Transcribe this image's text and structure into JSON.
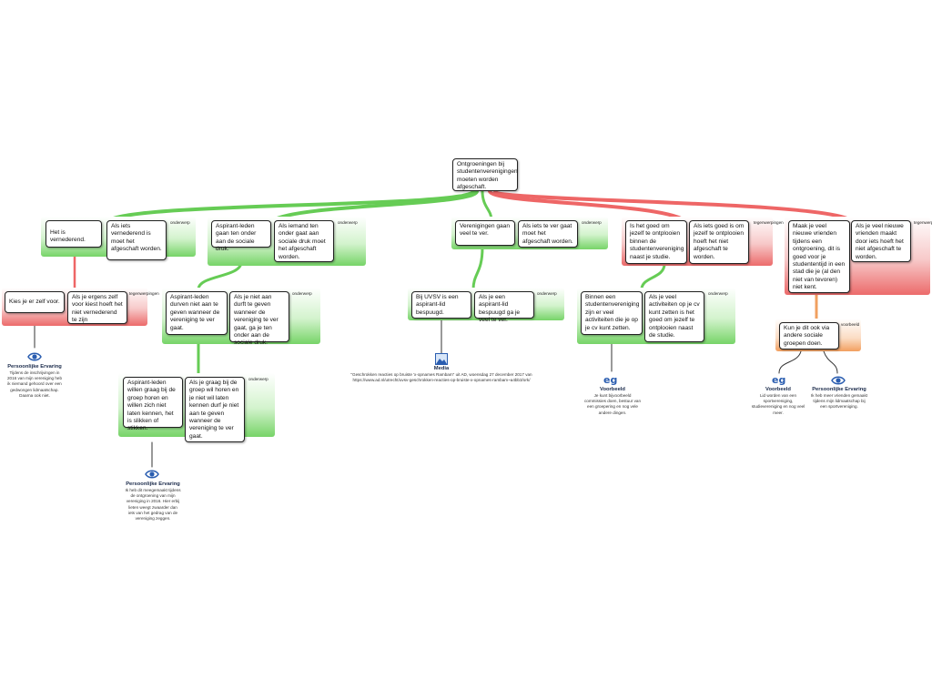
{
  "colors": {
    "green": "#66cc55",
    "red": "#ee6666",
    "orange": "#f0a060",
    "icon_blue": "#2a5db0"
  },
  "root": {
    "text": "Ontgroeningen bij studentenverenigingen moeten worden afgeschaft."
  },
  "branches": {
    "b1": {
      "tag": "onderwerp",
      "main": "Het is vernederend.",
      "support": "Als iets vernederend is moet het afgeschaft worden."
    },
    "b1_objection": {
      "tag": "tegenwerpingen",
      "main": "Kies je er zelf voor.",
      "support": "Als je ergens zelf voor kiest hoeft het niet vernederend te zijn",
      "note_title": "Persoonlijke Ervaring",
      "note_text": "Tijdens de inschrijvingen in 2016 van mijn vereniging heb ik niemand gehoord over een gedwongen lidmaatschap. Daarna ook niet."
    },
    "b2": {
      "tag": "onderwerp",
      "main": "Aspirant-leden gaan ten onder aan de sociale druk.",
      "support": "Als iemand ten onder gaat aan sociale druk moet het afgeschaft worden."
    },
    "b2a": {
      "tag": "onderwerp",
      "main": "Aspirant-leden durven niet aan te geven wanneer de vereniging te ver gaat.",
      "support": "Als je niet aan durft te geven wanneer de vereniging te ver gaat, ga je ten onder aan de sociale druk."
    },
    "b2b": {
      "tag": "onderwerp",
      "main": "Aspirant-leden willen graag bij de groep horen en willen zich niet laten kennen, het is slikken of stikken.",
      "support": "Als je graag bij de groep wil horen en je niet wil laten kennen durf je niet aan te geven wanneer de vereniging te ver gaat.",
      "note_title": "Persoonlijke Ervaring",
      "note_text": "Ik heb dit meegemaakt tijdens de ontgroening van mijn vereniging in 2016. Hier erbij lieten weegt zwaarder dan iets van het gedrag van de vereniging zeggen."
    },
    "b3": {
      "tag": "onderwerp",
      "main": "Verenigingen gaan veel te ver.",
      "support": "Als iets te ver gaat moet het afgeschaft worden."
    },
    "b3a": {
      "tag": "onderwerp",
      "main": "Bij UVSV is een aspirant-lid bespuugd.",
      "support": "Als je een aspirant-lid bespuugd ga je veel te ver.",
      "note_title": "Media",
      "note_text": "\"Geschrokken reacties op bruiste 'x-opnames Rambam\" uit AD, woensdag 27 december 2017 van https://www.ad.nl/utrecht/uvsv-geschrokken-reacties-op-bruiste-x-opnames-rambam~a4bb3/ork/"
    },
    "b4": {
      "tag": "tegenwerpingen",
      "main": "Is het goed om jezelf te ontplooien binnen de studentenvereniging naast je studie.",
      "support": "Als iets goed is om jezelf te ontplooien hoeft het niet afgeschaft te worden."
    },
    "b4a": {
      "tag": "onderwerp",
      "main": "Binnen een studentenvereniging zijn er veel activiteiten die je op je cv kunt zetten.",
      "support": "Als je veel activiteiten op je cv kunt zetten is het goed om jezelf te ontplooien naast de studie.",
      "note_title": "Voorbeeld",
      "note_text": "Je kunt bijvoorbeeld commissies doen, bestuur van een groepering en nog vele andere dingen."
    },
    "b5": {
      "tag": "tegenwerpingen",
      "main": "Maak je veel nieuwe vrienden tijdens een ontgroening, dit is goed voor je studententijd in een stad die je (al den niet van tevoren) niet kent.",
      "support": "Als je veel nieuwe vrienden maakt door iets hoeft het niet afgeschaft te worden."
    },
    "b5a": {
      "tag": "voorbeeld",
      "main": "Kun je dit ook via andere sociale groepen doen.",
      "note1_title": "Voorbeeld",
      "note1_text": "Lid worden van een sportvereniging, studievereniging en nog veel meer.",
      "note2_title": "Persoonlijke Ervaring",
      "note2_text": "Ik heb meer vrienden gemaakt tijdens mijn lidmaatschap bij een sportvereniging."
    }
  }
}
